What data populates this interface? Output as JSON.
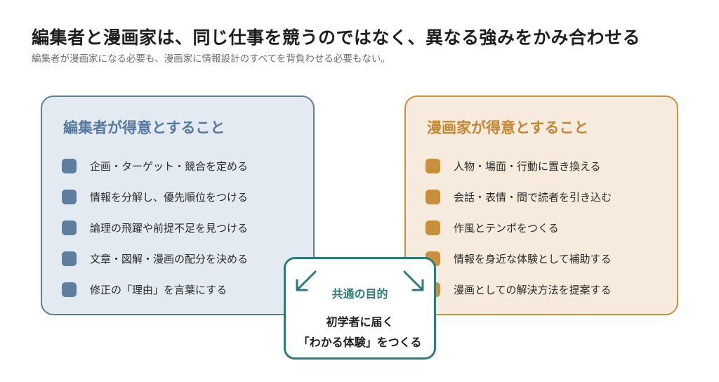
{
  "header": {
    "title": "編集者と漫画家は、同じ仕事を競うのではなく、異なる強みをかみ合わせる",
    "subtitle": "編集者が漫画家になる必要も、漫画家に情報設計のすべてを背負わせる必要もない。"
  },
  "editor_panel": {
    "heading": "編集者が得意とすること",
    "items": [
      "企画・ターゲット・競合を定める",
      "情報を分解し、優先順位をつける",
      "論理の飛躍や前提不足を見つける",
      "文章・図解・漫画の配分を決める",
      "修正の「理由」を言葉にする"
    ]
  },
  "artist_panel": {
    "heading": "漫画家が得意とすること",
    "items": [
      "人物・場面・行動に置き換える",
      "会話・表情・間で読者を引き込む",
      "作風とテンポをつくる",
      "情報を身近な体験として補助する",
      "漫画としての解決方法を提案する"
    ]
  },
  "common_goal": {
    "heading": "共通の目的",
    "line1": "初学者に届く",
    "line2": "「わかる体験」をつくる"
  },
  "colors": {
    "editor_accent": "#5e7e9e",
    "editor_fill": "#e4eaf2",
    "artist_accent": "#c88f3c",
    "artist_fill": "#f6ebdc",
    "goal_accent": "#2e7a7a"
  },
  "icons": {
    "goal_left_arrow": "arrow-down-left-icon",
    "goal_right_arrow": "arrow-down-right-icon"
  }
}
